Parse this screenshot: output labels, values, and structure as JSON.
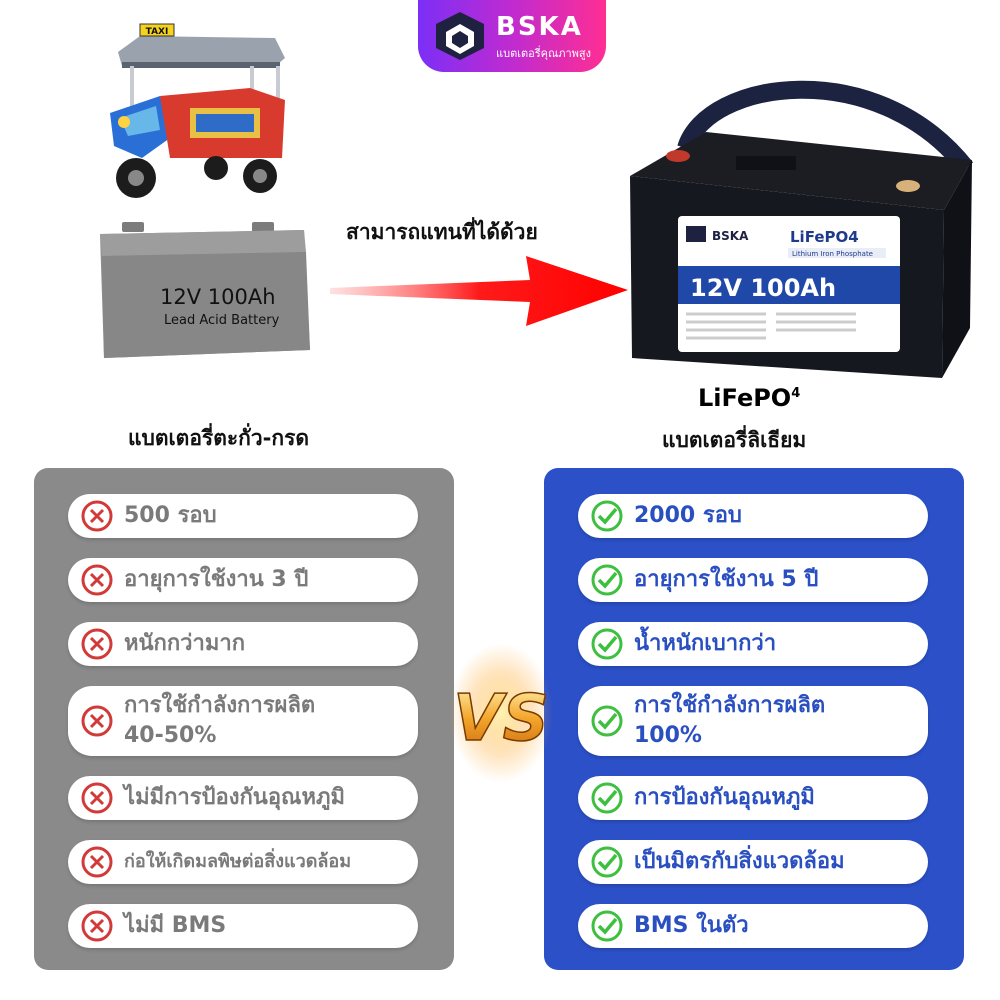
{
  "logo": {
    "brand": "BSKA",
    "tagline": "แบตเตอรี่คุณภาพสูง"
  },
  "replace_text": "สามารถแทนที่ได้ด้วย",
  "lead_battery": {
    "label": "12V  100Ah",
    "sublabel": "Lead Acid Battery",
    "caption": "แบตเตอรี่ตะกั่ว-กรด"
  },
  "lifepo_battery": {
    "brand": "BSKA",
    "chem": "LiFePO4",
    "chem_sub": "Lithium Iron Phosphate",
    "label": "12V 100Ah",
    "title": "LiFePO",
    "title_sup": "4",
    "caption": "แบตเตอรี่ลิเธียม"
  },
  "taxi_sign": "TAXI",
  "vs_label": "VS",
  "lead_items": [
    {
      "text": "500 รอบ"
    },
    {
      "text": "อายุการใช้งาน 3 ปี"
    },
    {
      "text": "หนักกว่ามาก"
    },
    {
      "text": "การใช้กำลังการผลิต",
      "text2": "40-50%"
    },
    {
      "text": "ไม่มีการป้องกันอุณหภูมิ"
    },
    {
      "text": "ก่อให้เกิดมลพิษต่อสิ่งแวดล้อม"
    },
    {
      "text": "ไม่มี BMS"
    }
  ],
  "lithium_items": [
    {
      "text": "2000 รอบ"
    },
    {
      "text": "อายุการใช้งาน 5 ปี"
    },
    {
      "text": "น้ำหนักเบากว่า"
    },
    {
      "text": "การใช้กำลังการผลิต",
      "text2": "100%"
    },
    {
      "text": "การป้องกันอุณหภูมิ"
    },
    {
      "text": "เป็นมิตรกับสิ่งแวดล้อม"
    },
    {
      "text": "BMS ในตัว"
    }
  ],
  "colors": {
    "gray_panel": "#8a8a8a",
    "blue_panel": "#2b50c8",
    "cross": "#d23a3a",
    "check": "#3fbf3f",
    "arrow": "#ff1a1a"
  }
}
